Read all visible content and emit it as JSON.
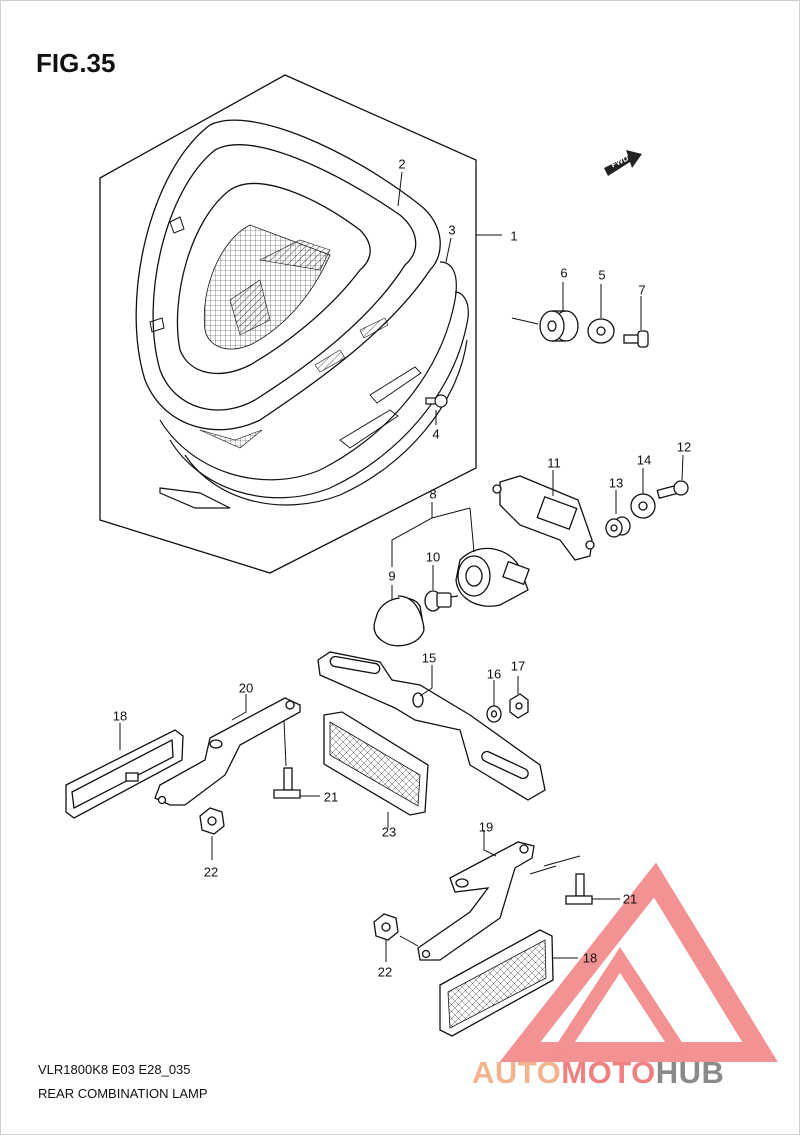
{
  "figure": {
    "title": "FIG.35",
    "code": "VLR1800K8 E03 E28_035",
    "name": "REAR COMBINATION LAMP",
    "fwd_label": "FWD"
  },
  "parts": [
    {
      "id": "1",
      "label": "1"
    },
    {
      "id": "2",
      "label": "2"
    },
    {
      "id": "3",
      "label": "3"
    },
    {
      "id": "4",
      "label": "4"
    },
    {
      "id": "5",
      "label": "5"
    },
    {
      "id": "6",
      "label": "6"
    },
    {
      "id": "7",
      "label": "7"
    },
    {
      "id": "8",
      "label": "8"
    },
    {
      "id": "9",
      "label": "9"
    },
    {
      "id": "10",
      "label": "10"
    },
    {
      "id": "11",
      "label": "11"
    },
    {
      "id": "12",
      "label": "12"
    },
    {
      "id": "13",
      "label": "13"
    },
    {
      "id": "14",
      "label": "14"
    },
    {
      "id": "15",
      "label": "15"
    },
    {
      "id": "16",
      "label": "16"
    },
    {
      "id": "17",
      "label": "17"
    },
    {
      "id": "18a",
      "label": "18"
    },
    {
      "id": "18b",
      "label": "18"
    },
    {
      "id": "19",
      "label": "19"
    },
    {
      "id": "20",
      "label": "20"
    },
    {
      "id": "21a",
      "label": "21"
    },
    {
      "id": "21b",
      "label": "21"
    },
    {
      "id": "22a",
      "label": "22"
    },
    {
      "id": "22b",
      "label": "22"
    },
    {
      "id": "23",
      "label": "23"
    }
  ],
  "watermark": {
    "part1": "AUTO",
    "part2": "MOTO",
    "part3": "HUB",
    "colors": {
      "auto": "#f2b48f",
      "moto": "#f07f7f",
      "hub": "#8a8a8a",
      "logo": "#f07f7f"
    }
  },
  "colors": {
    "line": "#111111",
    "background": "#ffffff"
  }
}
